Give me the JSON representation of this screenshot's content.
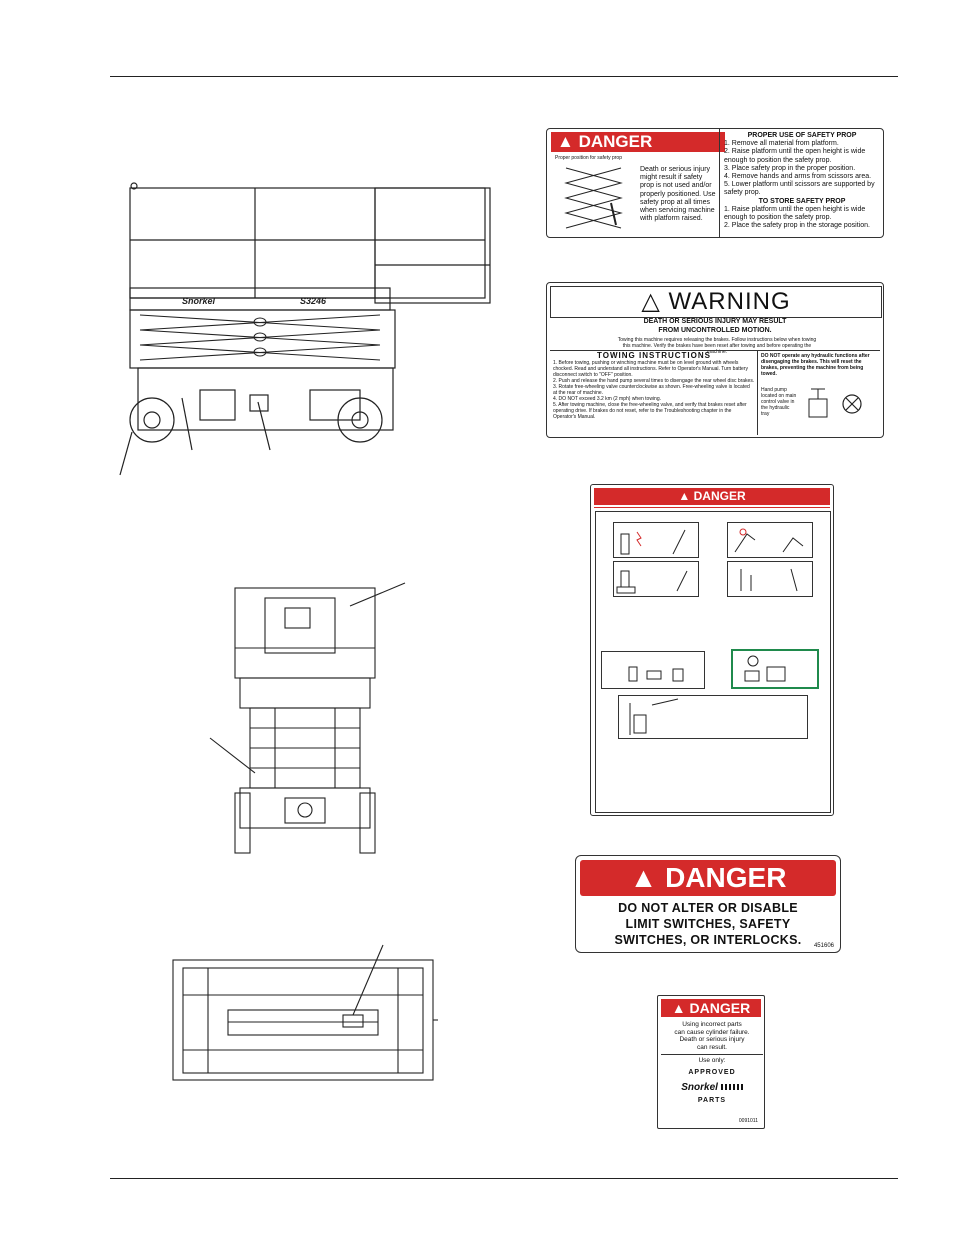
{
  "prop_decal": {
    "banner": "DANGER",
    "caption": "Proper position for safety prop",
    "body": "Death or serious injury might result if safety prop is not used and/or properly positioned. Use safety prop at all times when servicing machine with platform raised.",
    "use_title": "PROPER USE OF SAFETY PROP",
    "use_steps": [
      "1. Remove all material from platform.",
      "2. Raise platform until the open height is wide enough to position the safety prop.",
      "3. Place safety prop in the proper position.",
      "4. Remove hands and arms from scissors area.",
      "5. Lower platform until scissors are supported by safety prop."
    ],
    "store_title": "TO STORE SAFETY PROP",
    "store_steps": [
      "1. Raise platform until the open height is wide enough to position the safety prop.",
      "2. Place the safety prop in the storage position."
    ]
  },
  "warning_decal": {
    "banner": "WARNING",
    "line1": "DEATH OR SERIOUS INJURY MAY RESULT",
    "line2": "FROM UNCONTROLLED MOTION.",
    "intro": "Towing this machine requires releasing the brakes. Follow instructions below when towing this machine. Verify the brakes have been reset after towing and before operating the machine.",
    "towing_title": "TOWING INSTRUCTIONS",
    "towing_steps": [
      "1. Before towing, pushing or winching machine must be on level ground with wheels chocked. Read and understand all instructions. Refer to Operator's Manual. Turn battery disconnect switch to \"OFF\" position.",
      "2. Push and release the hand pump several times to disengage the rear wheel disc brakes.",
      "3. Rotate free-wheeling valve counterclockwise as shown. Free-wheeling valve is located at the rear of machine.",
      "4. DO NOT exceed 3.2 km (2 mph) when towing.",
      "5. After towing machine, close the free-wheeling valve, and verify that brakes reset after operating drive. If brakes do not reset, refer to the Troubleshooting chapter in the Operator's Manual."
    ],
    "side_title": "DO NOT operate any hydraulic functions after disengaging the brakes. This will reset the brakes, preventing the machine from being towed.",
    "pump_label": "Hand pump located on main control valve in the hydraulic tray"
  },
  "danger_decal_pictos": {
    "banner": "DANGER"
  },
  "danger_interlock": {
    "banner": "DANGER",
    "lines": [
      "DO NOT ALTER OR DISABLE",
      "LIMIT SWITCHES, SAFETY",
      "SWITCHES, OR INTERLOCKS."
    ],
    "part_no": "451606"
  },
  "danger_parts": {
    "banner": "DANGER",
    "text": [
      "Using incorrect parts",
      "can cause cylinder failure.",
      "Death or serious injury",
      "can result."
    ],
    "use_only": "Use only:",
    "ring_top": "APPROVED",
    "ring_bottom": "PARTS",
    "brand": "Snorkel",
    "part_no": "0091011"
  },
  "machine": {
    "brand": "Snorkel",
    "model": "S3246"
  }
}
